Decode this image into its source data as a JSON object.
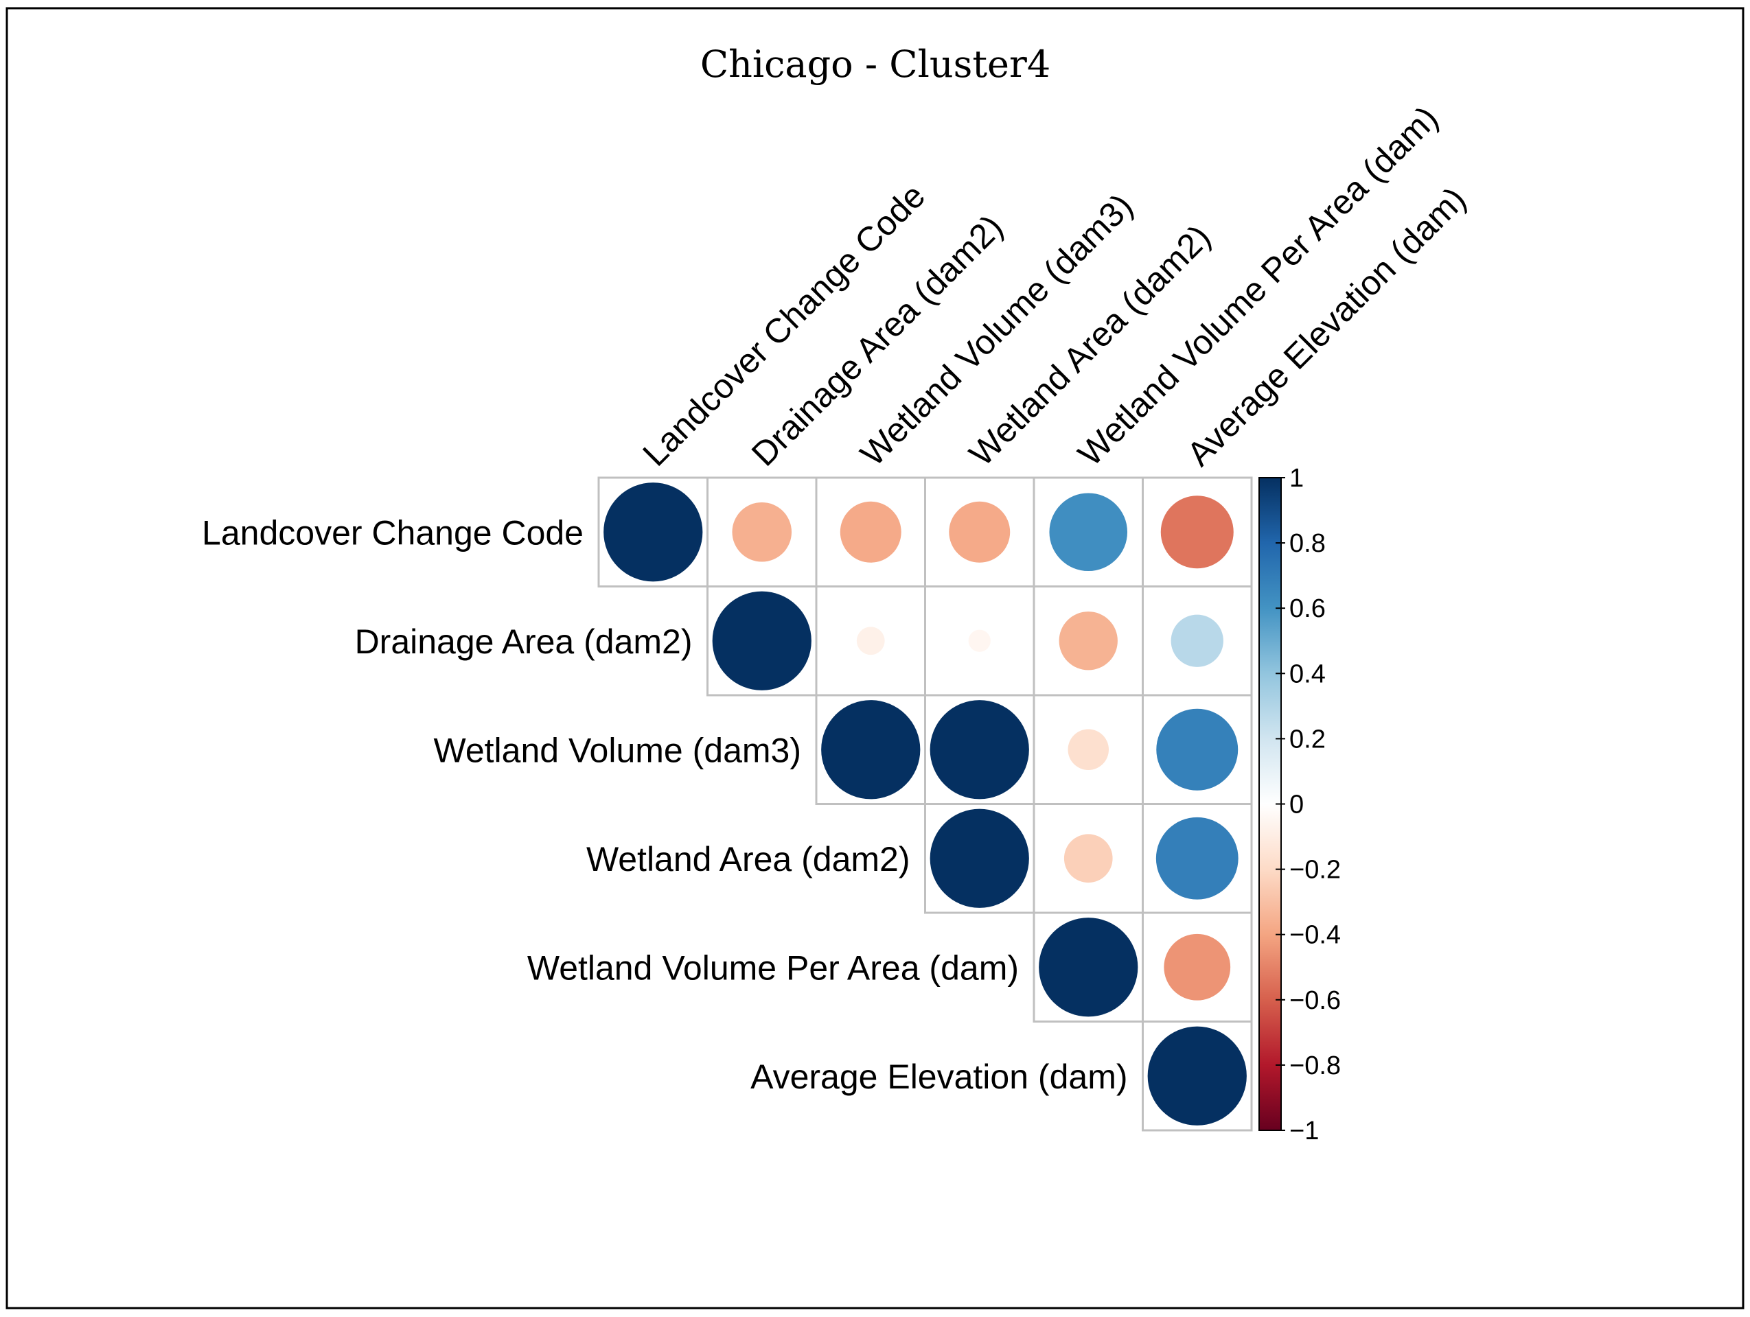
{
  "chart_data": {
    "type": "heatmap",
    "style": "correlation-circles-upper-triangle",
    "title": "Chicago - Cluster4",
    "variables": [
      "Landcover Change Code",
      "Drainage Area (dam2)",
      "Wetland Volume (dam3)",
      "Wetland Area (dam2)",
      "Wetland Volume Per Area (dam)",
      "Average Elevation (dam)"
    ],
    "matrix": [
      [
        1.0,
        -0.36,
        -0.38,
        -0.38,
        0.62,
        -0.54
      ],
      [
        -0.36,
        1.0,
        -0.08,
        -0.05,
        -0.35,
        0.28
      ],
      [
        -0.38,
        -0.08,
        1.0,
        1.0,
        -0.17,
        0.68
      ],
      [
        -0.38,
        -0.05,
        1.0,
        1.0,
        -0.24,
        0.69
      ],
      [
        0.62,
        -0.35,
        -0.17,
        -0.24,
        1.0,
        -0.45
      ],
      [
        -0.54,
        0.28,
        0.68,
        0.69,
        -0.45,
        1.0
      ]
    ],
    "colorbar": {
      "range": [
        -1,
        1
      ],
      "ticks": [
        1,
        0.8,
        0.6,
        0.4,
        0.2,
        0,
        -0.2,
        -0.4,
        -0.6,
        -0.8,
        -1
      ],
      "tick_labels": [
        "1",
        "0.8",
        "0.6",
        "0.4",
        "0.2",
        "0",
        "−0.2",
        "−0.4",
        "−0.6",
        "−0.8",
        "−1"
      ],
      "palette": [
        "#67001F",
        "#B2182B",
        "#D6604D",
        "#F4A582",
        "#FDDBC7",
        "#FFFFFF",
        "#D1E5F0",
        "#92C5DE",
        "#4393C3",
        "#2166AC",
        "#053061"
      ]
    },
    "grid_color": "#C0C0C0"
  }
}
